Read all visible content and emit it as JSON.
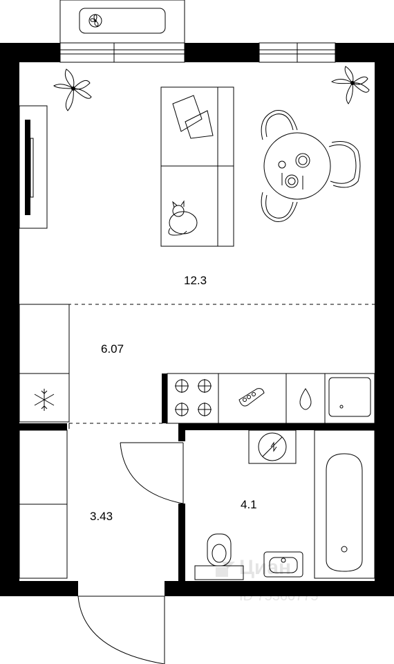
{
  "rooms": [
    {
      "id": "living-room",
      "area": "12.3"
    },
    {
      "id": "kitchen",
      "area": "6.07"
    },
    {
      "id": "hallway",
      "area": "3.43"
    },
    {
      "id": "bathroom",
      "area": "4.1"
    }
  ],
  "watermark": {
    "brand": "Циан",
    "listing_id": "ID 75360775"
  },
  "icons": [
    "fan-icon",
    "plant-icon",
    "sofa-icon",
    "pillow-icon",
    "cat-icon",
    "dining-table-icon",
    "tv-icon",
    "fridge-snowflake-icon",
    "stove-icon",
    "cutting-board-icon",
    "sink-icon",
    "washing-machine-icon",
    "toilet-icon",
    "washbasin-icon",
    "bathtub-icon",
    "door-icon"
  ],
  "colors": {
    "wall": "#000000",
    "line": "#000000",
    "background": "#ffffff"
  }
}
